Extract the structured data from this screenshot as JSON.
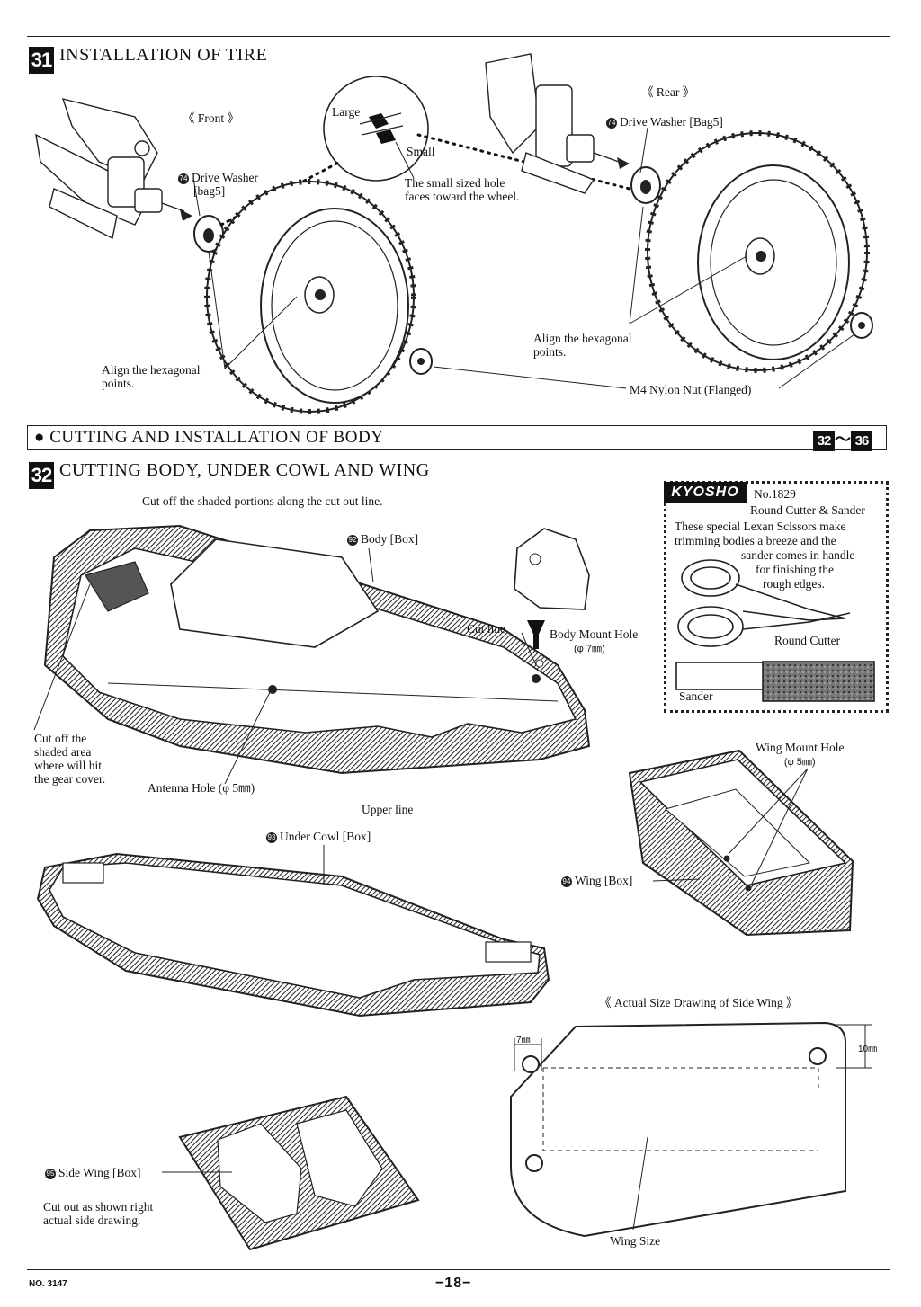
{
  "step31": {
    "badge": "31",
    "title": "INSTALLATION OF TIRE",
    "front": "《 Front 》",
    "rear": "《 Rear 》",
    "part_no": "74",
    "large": "Large",
    "small": "Small",
    "drive_washer_front_1": "Drive Washer",
    "drive_washer_front_2": "[bag5]",
    "drive_washer_rear": "Drive Washer [Bag5]",
    "small_hole_1": "The small sized hole",
    "small_hole_2": "faces toward the wheel.",
    "align_left_1": "Align the hexagonal",
    "align_left_2": "points.",
    "align_right_1": "Align the hexagonal",
    "align_right_2": "points.",
    "nylon_nut": "M4 Nylon Nut (Flanged)"
  },
  "section": {
    "bullet": "●",
    "title": "CUTTING AND INSTALLATION OF BODY",
    "range_start": "32",
    "range_sep": "〜",
    "range_end": "36"
  },
  "step32": {
    "badge": "32",
    "title": "CUTTING BODY, UNDER COWL AND WING",
    "instruction": "Cut off the shaded portions along the cut out line.",
    "body_no": "92",
    "body": "Body [Box]",
    "cut_line": "Cut line",
    "body_mount_1": "Body Mount Hole",
    "body_mount_2": "(φ 7㎜)",
    "cut_off_1": "Cut off the",
    "cut_off_2": "shaded area",
    "cut_off_3": "where will hit",
    "cut_off_4": "the gear cover.",
    "antenna": "Antenna Hole (φ 5㎜)",
    "upper_line": "Upper line",
    "cowl_no": "93",
    "cowl": "Under Cowl [Box]",
    "wing_mount_1": "Wing Mount Hole",
    "wing_mount_2": "(φ 5㎜)",
    "wing_no": "94",
    "wing": "Wing [Box]",
    "side_no": "95",
    "side_wing": "Side Wing [Box]",
    "cut_out_1": "Cut out as shown right",
    "cut_out_2": "actual side drawing.",
    "actual_size": "《 Actual Size Drawing of Side Wing 》",
    "dim_7": "7㎜",
    "dim_10": "10㎜",
    "wing_size": "Wing Size"
  },
  "kyosho": {
    "logo": "KYOSHO",
    "no": "No.1829",
    "product": "Round Cutter & Sander",
    "desc_1": "These special Lexan Scissors make",
    "desc_2": "trimming bodies a breeze and the",
    "desc_3": "sander comes in handle",
    "desc_4": "for finishing the",
    "desc_5": "rough edges.",
    "round_cutter": "Round Cutter",
    "sander": "Sander"
  },
  "footer": {
    "doc_no": "NO. 3147",
    "page": "−18−"
  }
}
